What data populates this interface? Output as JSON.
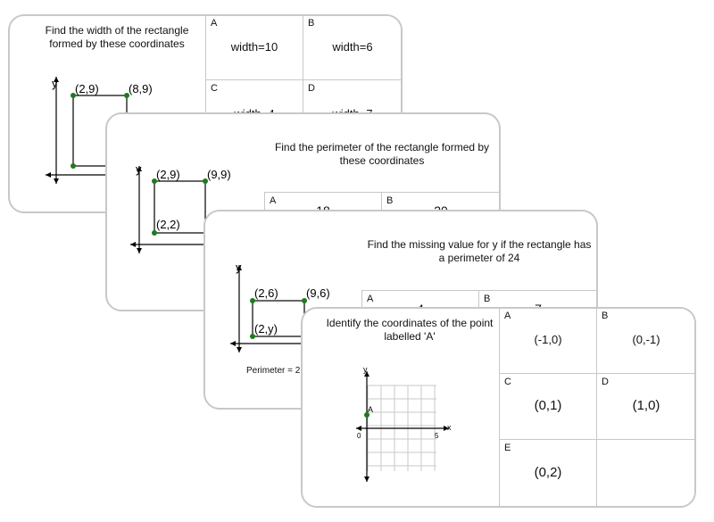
{
  "cards": [
    {
      "question": "Find the width of the rectangle formed by these coordinates",
      "points": [
        "(2,9)",
        "(8,9)"
      ],
      "axis_y": "y",
      "options": [
        {
          "letter": "A",
          "text": "width=10"
        },
        {
          "letter": "B",
          "text": "width=6"
        },
        {
          "letter": "C",
          "text": "width=4"
        },
        {
          "letter": "D",
          "text": "width=7"
        }
      ]
    },
    {
      "question": "Find the perimeter of the rectangle formed by these coordinates",
      "points": [
        "(2,9)",
        "(9,9)",
        "(2,2)"
      ],
      "axis_y": "y",
      "options": [
        {
          "letter": "A",
          "text": "18"
        },
        {
          "letter": "B",
          "text": "20"
        }
      ]
    },
    {
      "question": "Find the missing value for y if the rectangle has a perimeter of 24",
      "points": [
        "(2,6)",
        "(9,6)",
        "(2,y)"
      ],
      "axis_y": "y",
      "perimeter_label": "Perimeter = 2",
      "options": [
        {
          "letter": "A",
          "text": "4"
        },
        {
          "letter": "B",
          "text": "7"
        }
      ]
    },
    {
      "question": "Identify the coordinates of the point labelled 'A'",
      "axis_y": "y",
      "axis_x": "x",
      "origin": "0",
      "tick_5": "5",
      "point_label": "A",
      "options": [
        {
          "letter": "A",
          "text": "(-1,0)"
        },
        {
          "letter": "B",
          "text": "(0,-1)"
        },
        {
          "letter": "C",
          "text": "(0,1)"
        },
        {
          "letter": "D",
          "text": "(1,0)"
        },
        {
          "letter": "E",
          "text": "(0,2)"
        }
      ]
    }
  ],
  "colors": {
    "point": "#1e7a1e",
    "border": "#c8c8c8"
  }
}
